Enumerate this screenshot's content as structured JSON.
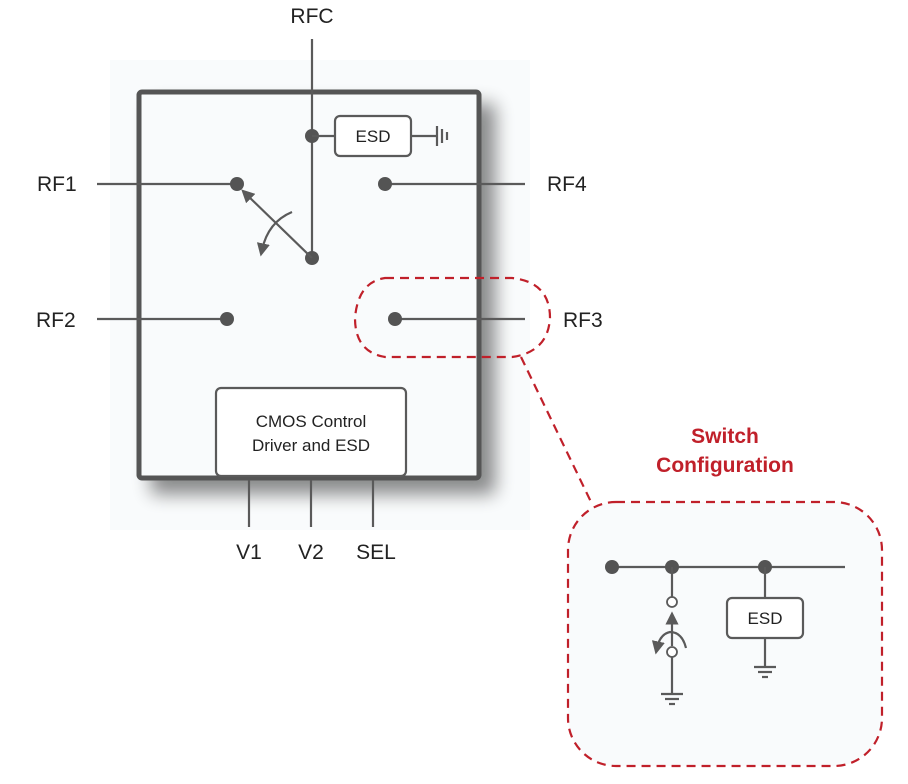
{
  "diagram": {
    "pins": {
      "rfc": "RFC",
      "rf1": "RF1",
      "rf2": "RF2",
      "rf3": "RF3",
      "rf4": "RF4",
      "v1": "V1",
      "v2": "V2",
      "sel": "SEL"
    },
    "esd_label": "ESD",
    "control_block": {
      "line1": "CMOS Control",
      "line2": "Driver and ESD"
    },
    "inset": {
      "title_line1": "Switch",
      "title_line2": "Configuration",
      "esd_label": "ESD"
    },
    "colors": {
      "accent_red": "#c0202a",
      "wire_gray": "#5a5a5a",
      "chip_border": "#555555"
    }
  }
}
